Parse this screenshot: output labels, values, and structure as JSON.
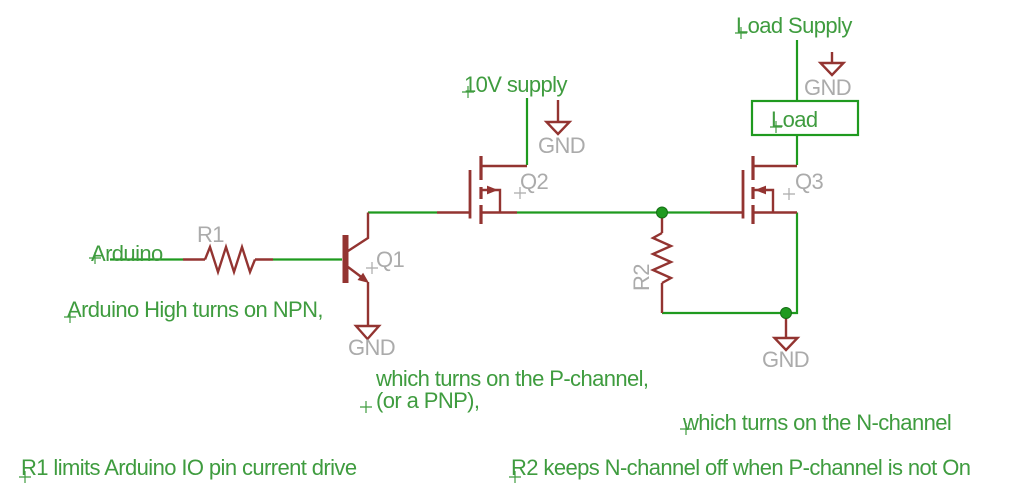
{
  "colors": {
    "wire_green": "#1f9a1f",
    "annotation_green": "#3f9c3f",
    "component_maroon": "#933431",
    "label_gray": "#ababab"
  },
  "components": {
    "r1": "R1",
    "q1": "Q1",
    "q2": "Q2",
    "q3": "Q3",
    "r2": "R2"
  },
  "net_labels": {
    "arduino": "Arduino",
    "supply_10v": "10V supply",
    "load_supply": "Load Supply",
    "load": "Load",
    "gnd": "GND"
  },
  "annotations": {
    "npn": "Arduino High turns on NPN,",
    "p_channel_line1": "which turns on the P-channel,",
    "p_channel_line2": "(or a PNP),",
    "n_channel": "which turns on the N-channel",
    "r1_note": "R1 limits Arduino IO pin current drive",
    "r2_note": "R2 keeps N-channel off when P-channel is not On"
  }
}
